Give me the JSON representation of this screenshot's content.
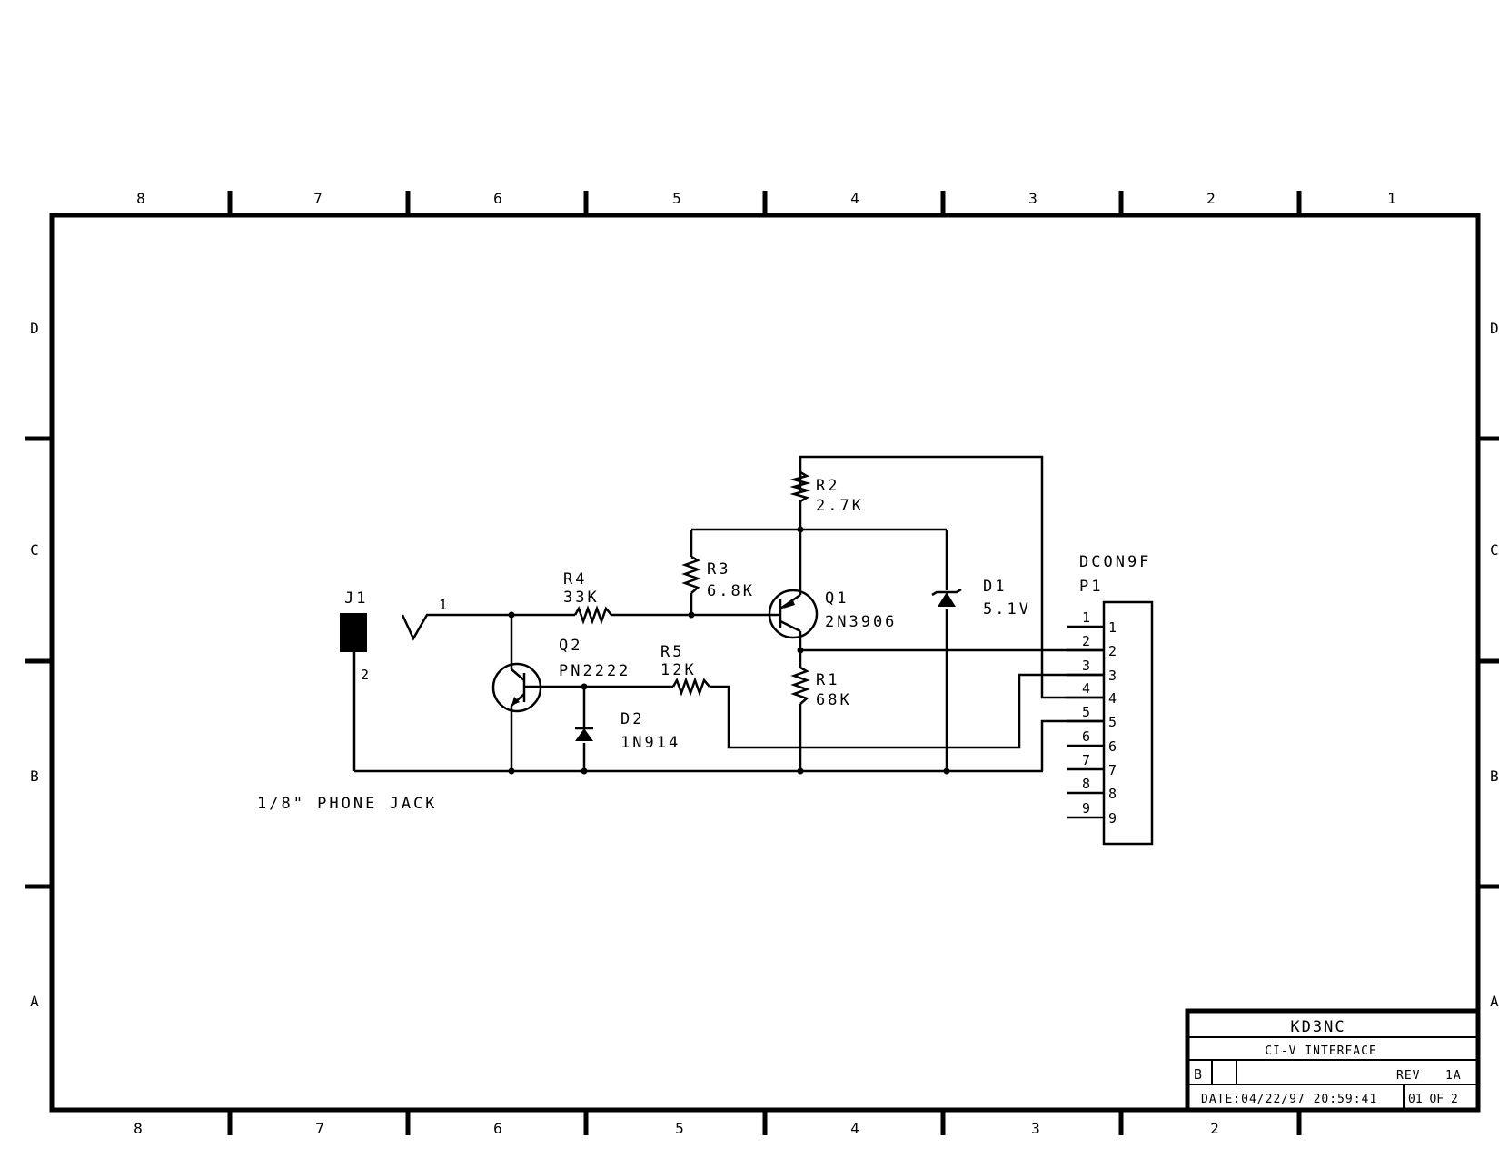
{
  "zones": {
    "columns": [
      "8",
      "7",
      "6",
      "5",
      "4",
      "3",
      "2",
      "1"
    ],
    "rows": [
      "D",
      "C",
      "B",
      "A"
    ]
  },
  "components": {
    "j1": {
      "ref": "J1",
      "pin1": "1",
      "pin2": "2",
      "desc": "1/8\" PHONE JACK"
    },
    "r4": {
      "ref": "R4",
      "value": "33K"
    },
    "r3": {
      "ref": "R3",
      "value": "6.8K"
    },
    "r2": {
      "ref": "R2",
      "value": "2.7K"
    },
    "r1": {
      "ref": "R1",
      "value": "68K"
    },
    "r5": {
      "ref": "R5",
      "value": "12K"
    },
    "q1": {
      "ref": "Q1",
      "value": "2N3906"
    },
    "q2": {
      "ref": "Q2",
      "value": "PN2222"
    },
    "d1": {
      "ref": "D1",
      "value": "5.1V"
    },
    "d2": {
      "ref": "D2",
      "value": "1N914"
    },
    "p1": {
      "type": "DCON9F",
      "ref": "P1",
      "pins": [
        "1",
        "2",
        "3",
        "4",
        "5",
        "6",
        "7",
        "8",
        "9"
      ]
    }
  },
  "title_block": {
    "company": "KD3NC",
    "title": "CI-V INTERFACE",
    "size": "B",
    "rev_label": "REV",
    "rev": "1A",
    "date": "DATE:04/22/97 20:59:41",
    "sheet": "01 OF 2"
  }
}
